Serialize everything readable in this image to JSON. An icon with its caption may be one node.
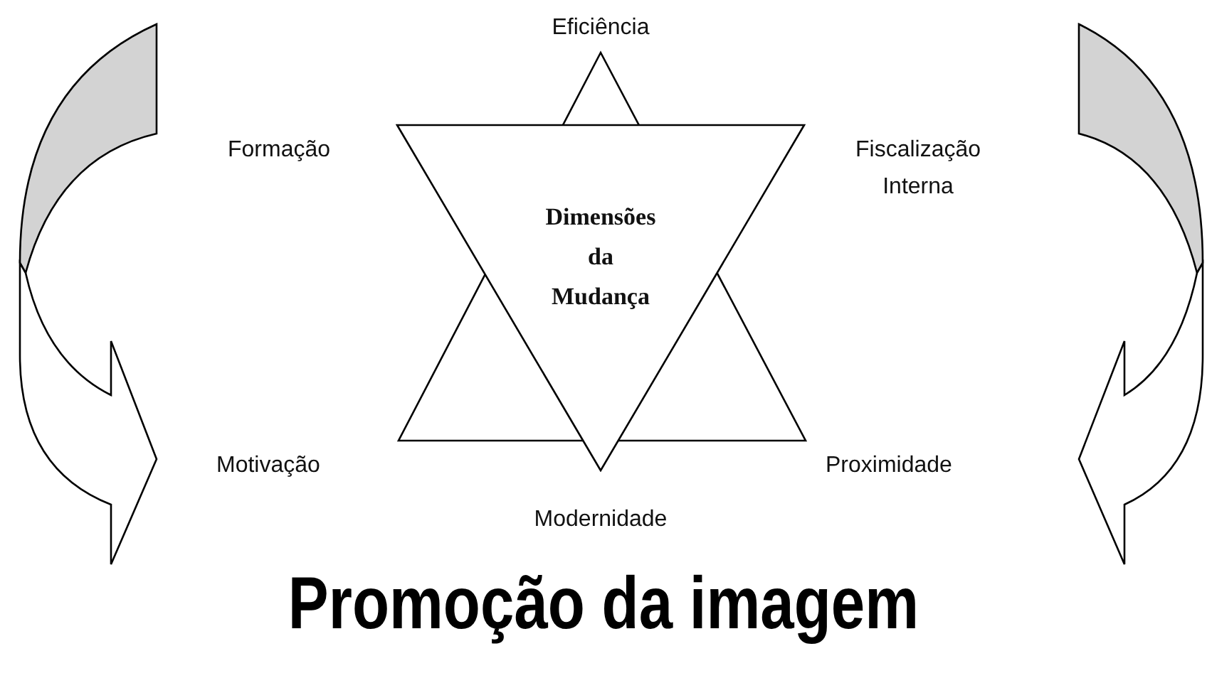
{
  "diagram": {
    "title": "Promoção da imagem",
    "nodes": [
      {
        "text": [
          "Dimensões da Mudança"
        ]
      }
    ],
    "labels": [
      "Eficiência",
      "Formação",
      "Fiscalização Interna",
      "Motivação",
      "Proximidade",
      "Modernidade"
    ]
  }
}
